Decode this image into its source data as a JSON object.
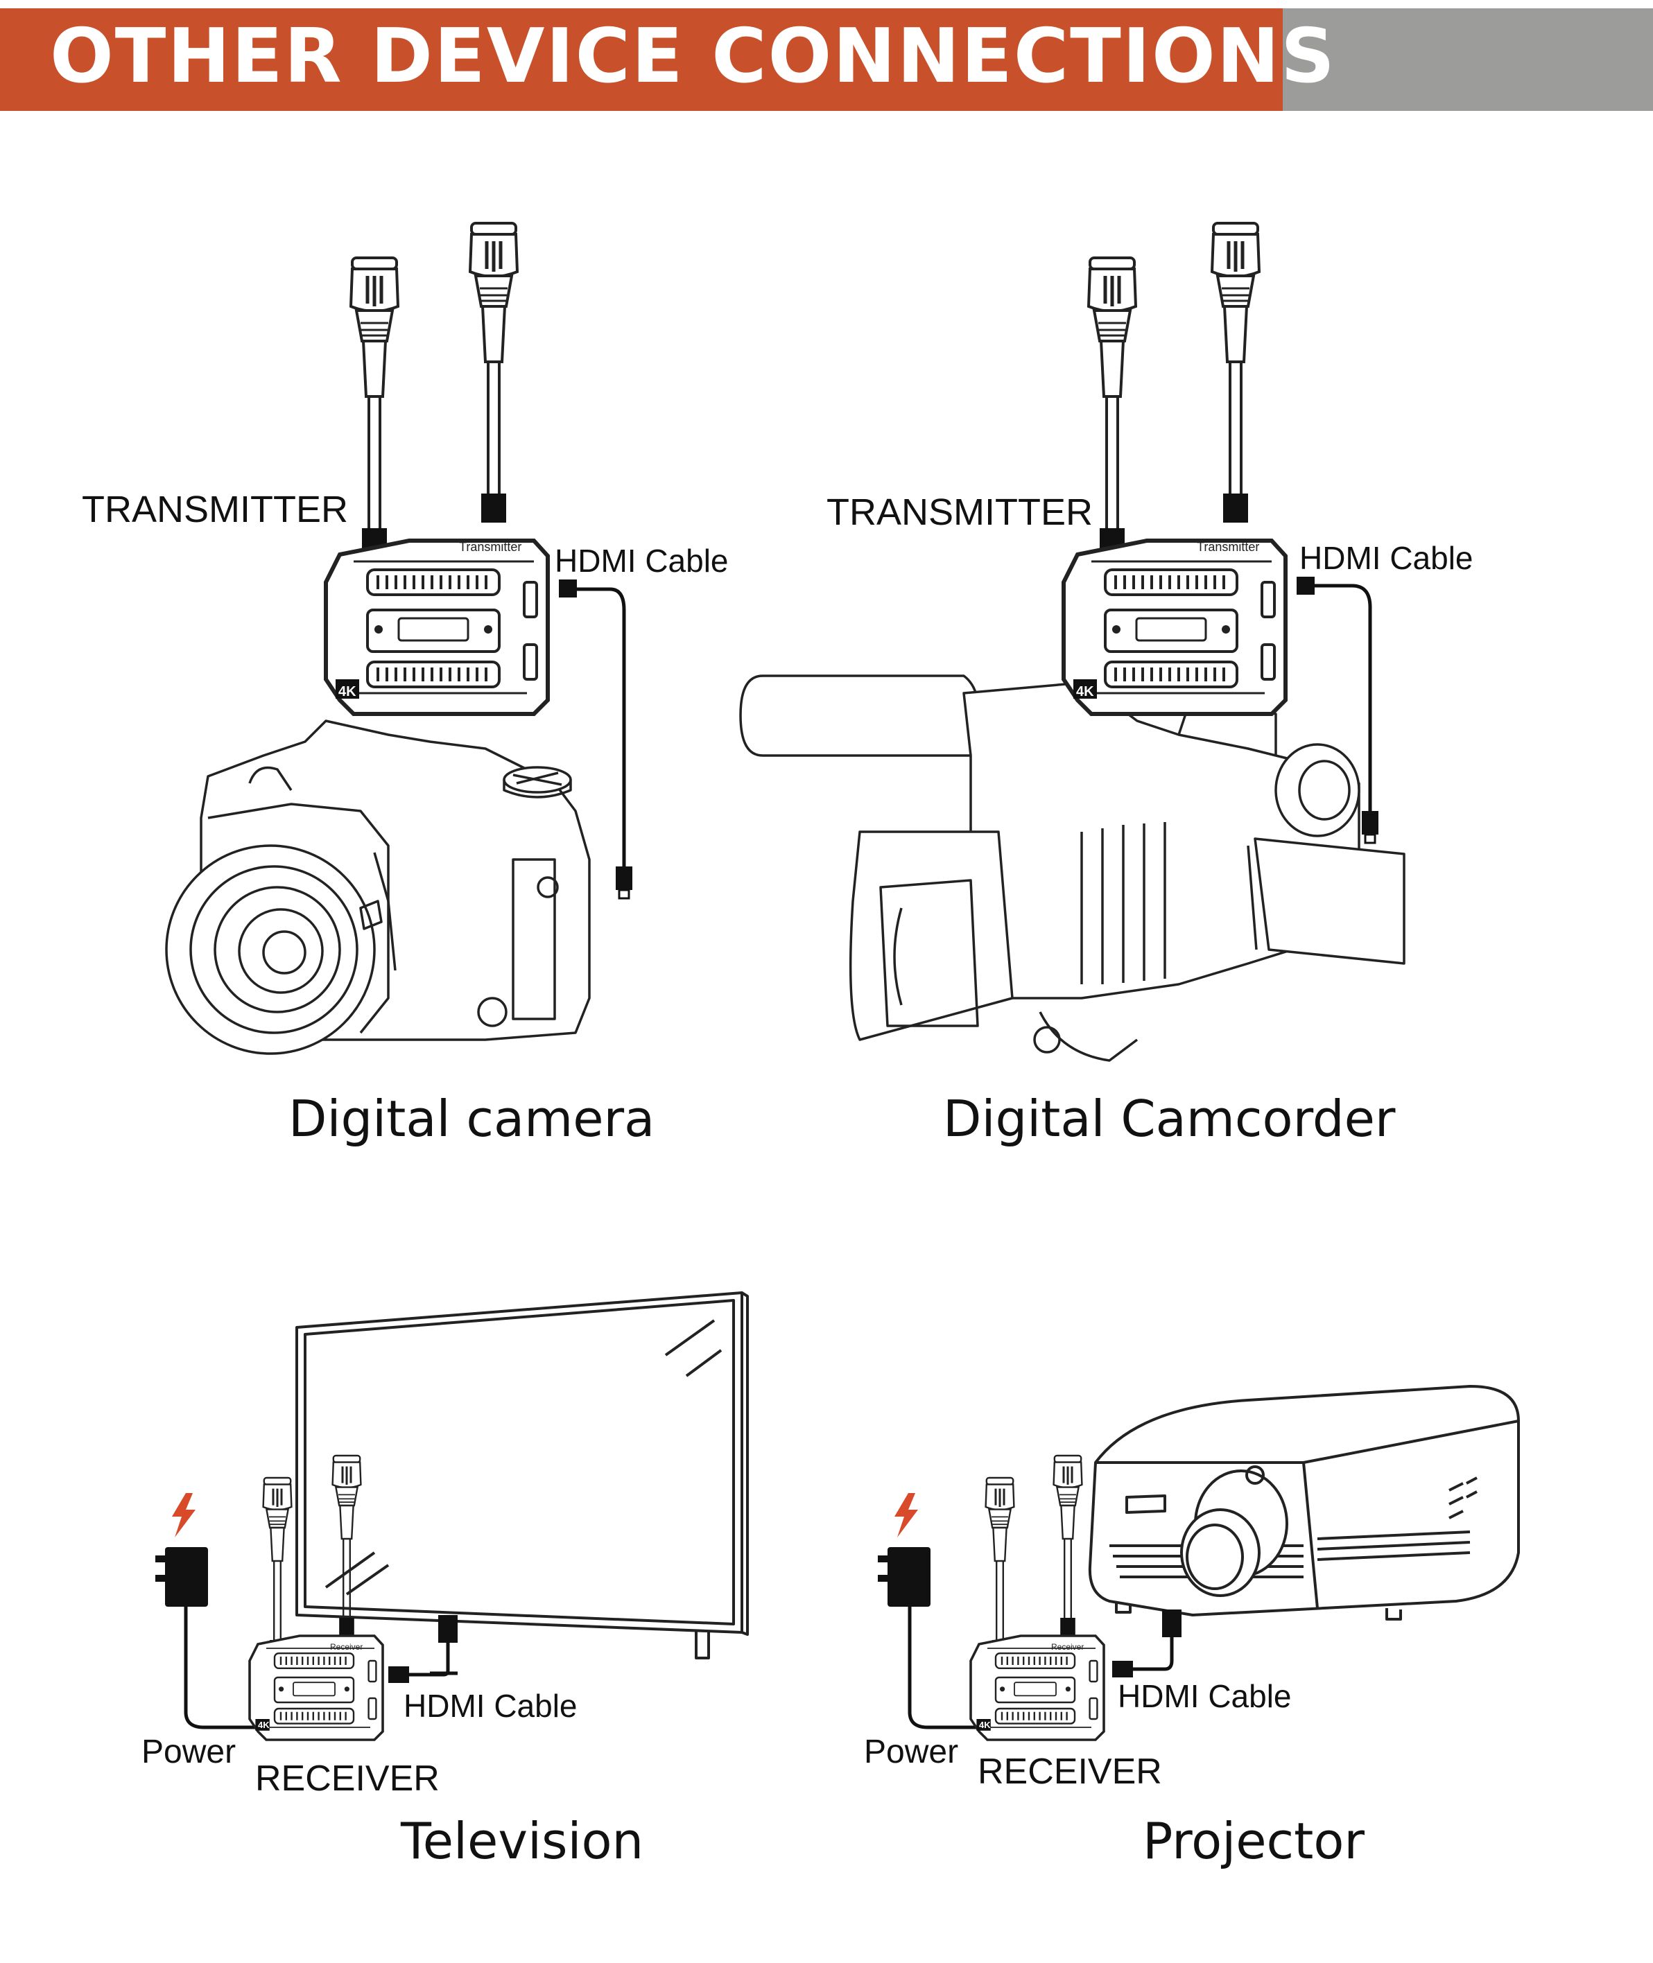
{
  "header": {
    "title": "OTHER DEVICE CONNECTIONS",
    "accent_color": "#c8512b",
    "gray_color": "#9c9d9a"
  },
  "panels": [
    {
      "id": "camera",
      "caption": "Digital camera",
      "module_label": "TRANSMITTER",
      "cable_label": "HDMI Cable",
      "device_text": "Transmitter",
      "badge": "4K"
    },
    {
      "id": "camcorder",
      "caption": "Digital Camcorder",
      "module_label": "TRANSMITTER",
      "cable_label": "HDMI Cable",
      "device_text": "Transmitter",
      "badge": "4K"
    },
    {
      "id": "television",
      "caption": "Television",
      "module_label": "RECEIVER",
      "cable_label": "HDMI Cable",
      "power_label": "Power",
      "device_text": "Receiver",
      "badge": "4K"
    },
    {
      "id": "projector",
      "caption": "Projector",
      "module_label": "RECEIVER",
      "cable_label": "HDMI Cable",
      "power_label": "Power",
      "device_text": "Receiver",
      "badge": "4K"
    }
  ],
  "icons": {
    "power": "lightning-bolt-icon",
    "adapter": "power-adapter-icon"
  }
}
